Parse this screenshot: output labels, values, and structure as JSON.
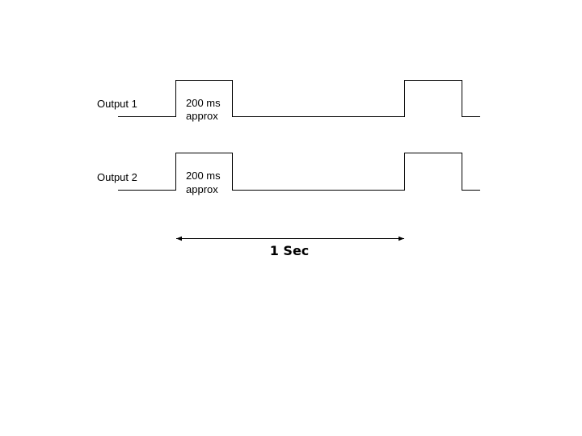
{
  "signals": [
    {
      "name": "Output 1",
      "pulse_note_line1": "200 ms",
      "pulse_note_line2": "approx"
    },
    {
      "name": "Output 2",
      "pulse_note_line1": "200 ms",
      "pulse_note_line2": "approx"
    }
  ],
  "period": {
    "label": "1 Sec"
  },
  "colors": {
    "line": "#000000",
    "background": "#ffffff"
  }
}
